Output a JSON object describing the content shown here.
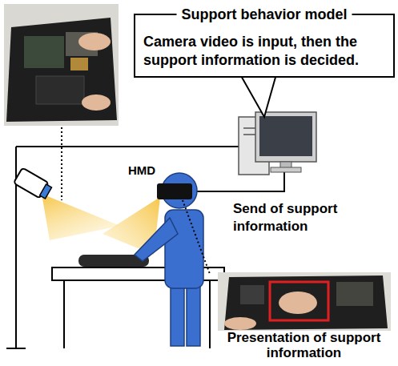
{
  "diagram": {
    "nodes": [
      {
        "text": [
          "Support behavior model",
          "Camera video is input, then the support information is decided."
        ]
      }
    ],
    "labels": [
      "HMD",
      "Send of support information",
      "Presentation of support information"
    ]
  }
}
